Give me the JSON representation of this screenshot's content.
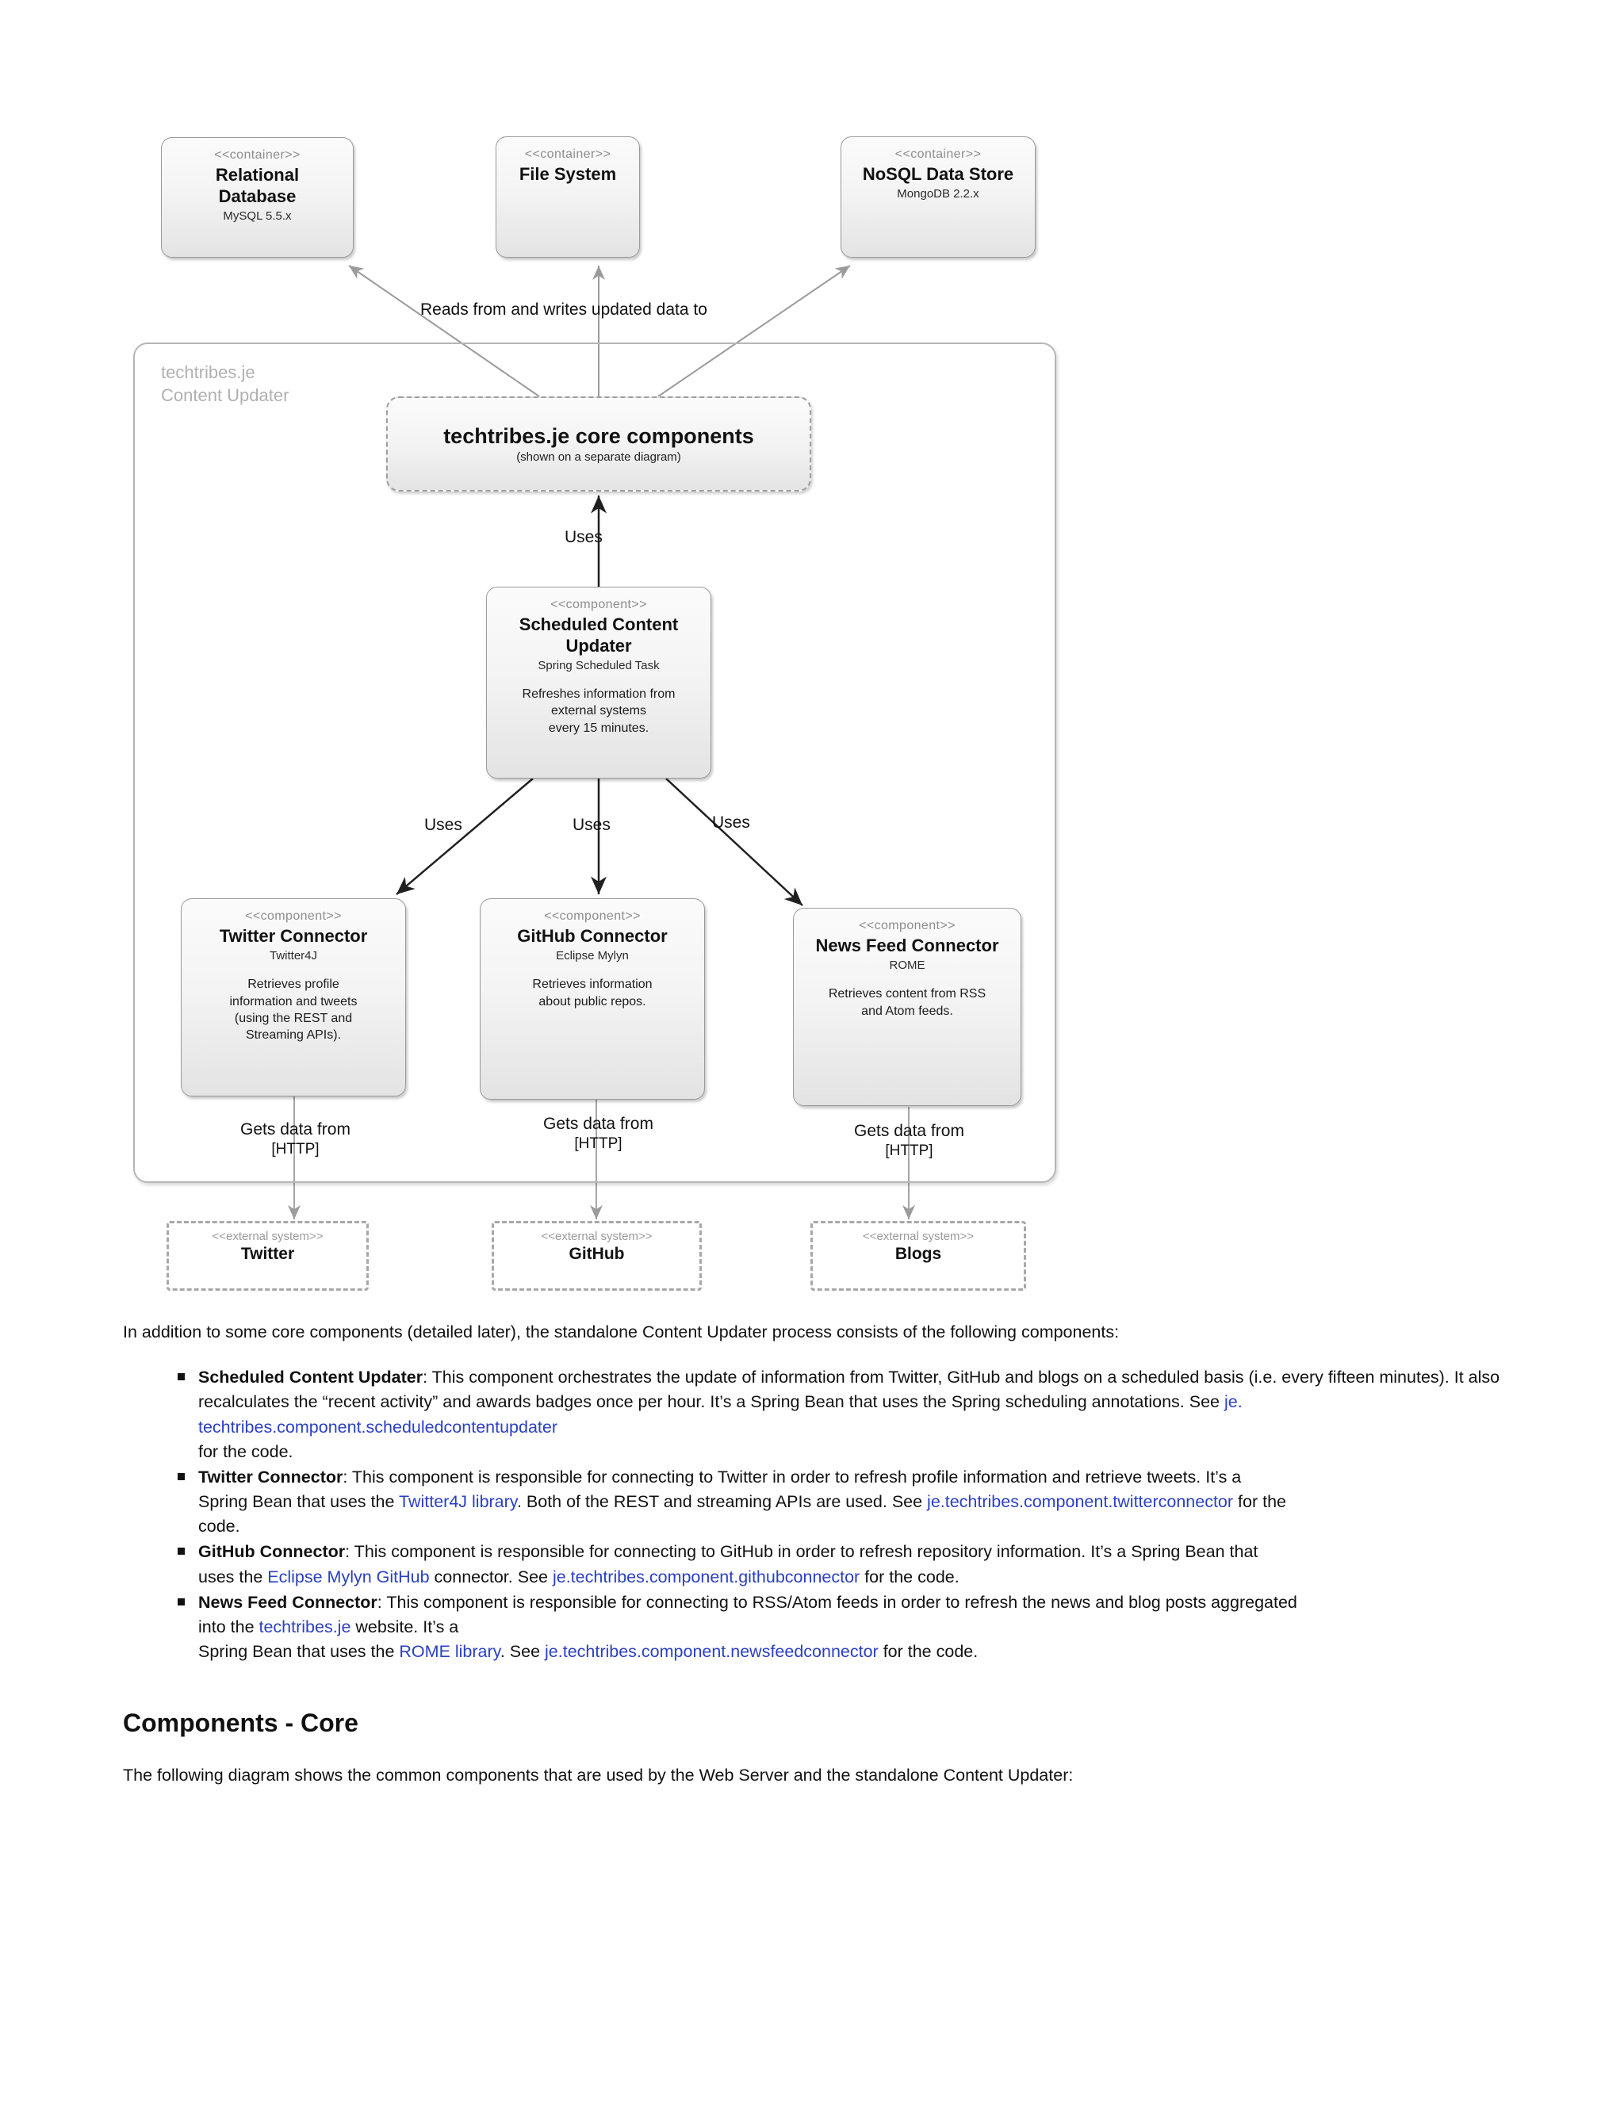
{
  "diagram": {
    "containers": [
      {
        "stereotype": "<<container>>",
        "name": "Relational\nDatabase",
        "tech": "MySQL 5.5.x"
      },
      {
        "stereotype": "<<container>>",
        "name": "File System",
        "tech": ""
      },
      {
        "stereotype": "<<container>>",
        "name": "NoSQL Data Store",
        "tech": "MongoDB 2.2.x"
      }
    ],
    "boundary_label": "techtribes.je\nContent Updater",
    "core_components": {
      "name": "techtribes.je core components",
      "sub": "(shown on a separate diagram)"
    },
    "scheduled_updater": {
      "stereotype": "<<component>>",
      "name": "Scheduled Content\nUpdater",
      "tech": "Spring Scheduled Task",
      "desc": "Refreshes information from\nexternal systems\nevery 15 minutes."
    },
    "connectors": [
      {
        "stereotype": "<<component>>",
        "name": "Twitter Connector",
        "tech": "Twitter4J",
        "desc": "Retrieves profile\ninformation and tweets\n(using the REST and\nStreaming APIs)."
      },
      {
        "stereotype": "<<component>>",
        "name": "GitHub Connector",
        "tech": "Eclipse Mylyn",
        "desc": "Retrieves information\nabout public repos."
      },
      {
        "stereotype": "<<component>>",
        "name": "News Feed Connector",
        "tech": "ROME",
        "desc": "Retrieves content from RSS\nand Atom feeds."
      }
    ],
    "external_systems": [
      {
        "stereotype": "<<external system>>",
        "name": "Twitter"
      },
      {
        "stereotype": "<<external system>>",
        "name": "GitHub"
      },
      {
        "stereotype": "<<external system>>",
        "name": "Blogs"
      }
    ],
    "edge_labels": {
      "reads_writes": "Reads from and writes updated data to",
      "uses": "Uses",
      "uses_left": "Uses",
      "uses_mid": "Uses",
      "uses_right": "Uses",
      "gets_data": "Gets data from",
      "protocol": "[HTTP]"
    }
  },
  "prose": {
    "intro": "In addition to some core components (detailed later), the standalone Content Updater process consists of the following components:",
    "bullets": [
      {
        "term": "Scheduled Content Updater",
        "parts": [
          {
            "t": ": This component orchestrates the update of information from Twitter, GitHub and blogs on a scheduled basis (i.e. every fifteen minutes). It also",
            "link": false
          },
          {
            "t": "recalculates the “recent activity” and awards badges once per hour. It’s a Spring Bean that uses the Spring scheduling annotations. See ",
            "link": false
          },
          {
            "t": "je.techtribes.component.scheduledcontentupdater",
            "link": true
          },
          {
            "t": "for the code.",
            "link": false
          }
        ]
      },
      {
        "term": "Twitter Connector",
        "parts": [
          {
            "t": ": This component is responsible for connecting to Twitter in order to refresh profile information and retrieve tweets. It’s a Spring Bean that uses the ",
            "link": false
          },
          {
            "t": "Twitter4J library",
            "link": true
          },
          {
            "t": ". Both of the REST and streaming APIs are used. See ",
            "link": false
          },
          {
            "t": "je.techtribes.component.twitterconnector",
            "link": true
          },
          {
            "t": " for the code.",
            "link": false
          }
        ]
      },
      {
        "term": "GitHub Connector",
        "parts": [
          {
            "t": ": This component is responsible for connecting to GitHub in order to refresh repository information. It’s a Spring Bean that uses the ",
            "link": false
          },
          {
            "t": "Eclipse Mylyn GitHub",
            "link": true
          },
          {
            "t": " connector. See ",
            "link": false
          },
          {
            "t": "je.techtribes.component.githubconnector",
            "link": true
          },
          {
            "t": " for the code.",
            "link": false
          }
        ]
      },
      {
        "term": "News Feed Connector",
        "parts": [
          {
            "t": ": This component is responsible for connecting to RSS/Atom feeds in order to refresh the news and blog posts aggregated into the ",
            "link": false
          },
          {
            "t": "techtribes.je",
            "link": true
          },
          {
            "t": " website. It’s a",
            "link": false
          },
          {
            "t": "Spring Bean that uses the ",
            "link": false
          },
          {
            "t": "ROME library",
            "link": true
          },
          {
            "t": ". See ",
            "link": false
          },
          {
            "t": "je.techtribes.component.newsfeedconnector",
            "link": true
          },
          {
            "t": " for the code.",
            "link": false
          }
        ]
      }
    ],
    "bullet_text": {
      "b1_l1": ": This component orchestrates the update of information from Twitter, GitHub and blogs on a scheduled basis (i.e.",
      "b1_l2": "every fifteen minutes). It also",
      "b1_l3a": "recalculates the “recent activity” and awards badges once per hour. It’s a Spring Bean that uses the Spring scheduling annotations. See ",
      "b1_l3b": "je.",
      "b1_l4": "techtribes.component.scheduledcontentupdater",
      "b1_l5": "for the code.",
      "b2_l1": ": This component is responsible for connecting to Twitter in order to refresh profile information and retrieve tweets. It’s a",
      "b2_l2a": "Spring Bean that uses the ",
      "b2_l2b": "Twitter4J library",
      "b2_l2c": ". Both of the REST and streaming APIs are used. See ",
      "b2_l2d": "je.techtribes.component.twitterconnector",
      "b2_l2e": " for the",
      "b2_l3": "code.",
      "b3_l1": ": This component is responsible for connecting to GitHub in order to refresh repository information. It’s a Spring Bean that",
      "b3_l2a": "uses the ",
      "b3_l2b": "Eclipse Mylyn GitHub",
      "b3_l2c": " connector. See ",
      "b3_l2d": "je.techtribes.component.githubconnector",
      "b3_l2e": " for the code.",
      "b4_l1": ": This component is responsible for connecting to RSS/Atom feeds in order to refresh the news and blog posts aggregated",
      "b4_l2a": "into the ",
      "b4_l2b": "techtribes.je",
      "b4_l2c": " website. It’s a",
      "b4_l3a": "Spring Bean that uses the ",
      "b4_l3b": "ROME library",
      "b4_l3c": ". See ",
      "b4_l3d": "je.techtribes.component.newsfeedconnector",
      "b4_l3e": " for the code."
    },
    "terms": {
      "t1": "Scheduled Content Updater",
      "t2": "Twitter Connector",
      "t3": "GitHub Connector",
      "t4": "News Feed Connector"
    },
    "section_heading": "Components - Core",
    "closing": "The following diagram shows the common components that are used by the Web Server and the standalone Content Updater:"
  },
  "colors": {
    "link": "#2a3fc4",
    "node_border": "#9a9a9a",
    "stereotype_gray": "#8d8d8d",
    "boundary_gray": "#b6b6b6"
  }
}
